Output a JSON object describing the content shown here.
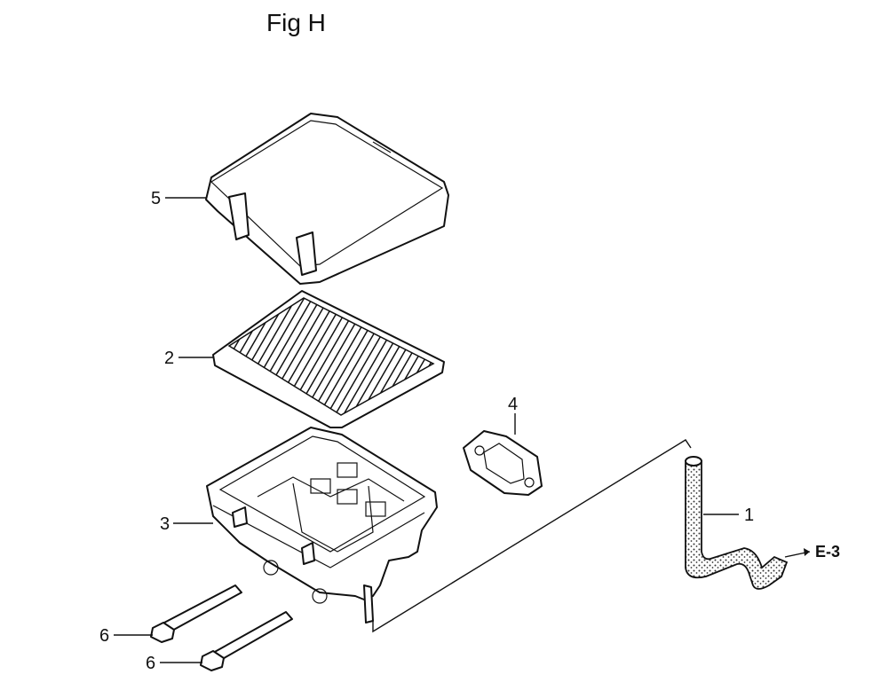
{
  "figure": {
    "title": "Fig H"
  },
  "callouts": [
    {
      "id": "c1",
      "label": "1"
    },
    {
      "id": "c2",
      "label": "2"
    },
    {
      "id": "c3",
      "label": "3"
    },
    {
      "id": "c4",
      "label": "4"
    },
    {
      "id": "c5",
      "label": "5"
    },
    {
      "id": "c6a",
      "label": "6"
    },
    {
      "id": "c6b",
      "label": "6"
    }
  ],
  "reference": {
    "label": "E-3"
  }
}
